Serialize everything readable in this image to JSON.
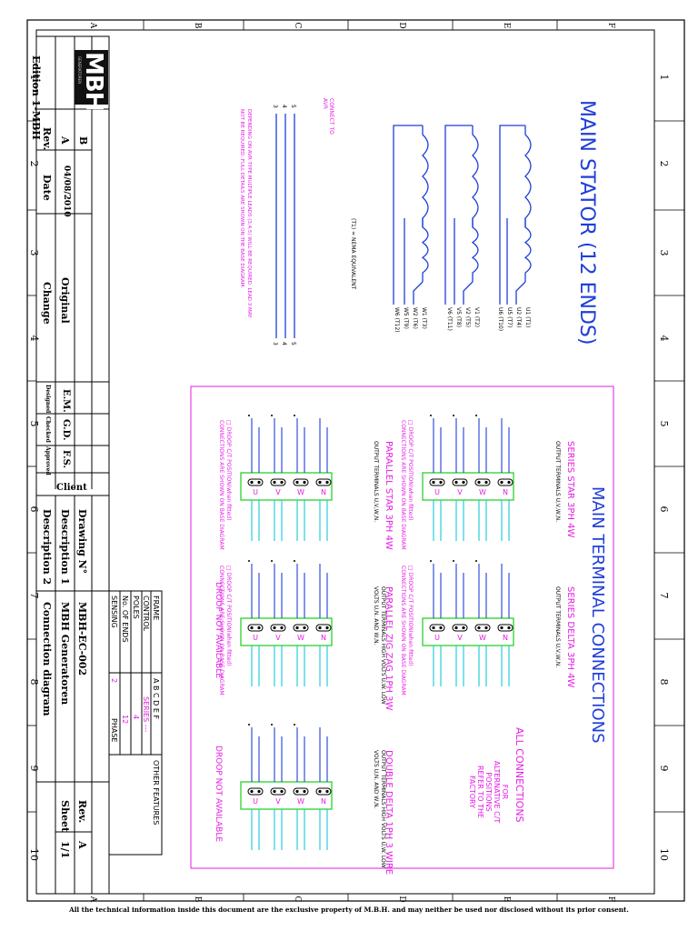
{
  "sheet": {
    "col_letters": [
      "A",
      "B",
      "C",
      "D",
      "E",
      "F"
    ],
    "row_numbers": [
      "1",
      "2",
      "3",
      "4",
      "5",
      "6",
      "7",
      "8",
      "9",
      "10"
    ],
    "disclaimer": "All the technical information inside this document are the exclusive property of M.B.H. and may neither be used nor disclosed without its prior consent."
  },
  "title_block": {
    "logo_text": "MBH",
    "logo_subtext": "GENERATOREN",
    "edition": "Edition 1-MBH",
    "revisions": [
      {
        "rev": "B",
        "date": "",
        "change": ""
      },
      {
        "rev": "A",
        "date": "04/08/2010",
        "change": "Original"
      }
    ],
    "rev_header": "Rev.",
    "date_header": "Date",
    "change_header": "Change",
    "designed_by": "E.M.",
    "checked_by": "G.D.",
    "approved_by": "F.S.",
    "designed_label": "Designed",
    "checked_label": "Checked",
    "approved_label": "Approved",
    "client_label": "Client",
    "drawing_label": "Drawing N°",
    "drawing_number": "MBH-EC-002",
    "desc1_label": "Description 1",
    "desc1_value": "MBH Generatoren",
    "desc2_label": "Description 2",
    "desc2_value": "Connection diagram",
    "rev_label": "Rev.",
    "rev_value": "A",
    "sheet_label": "Sheet",
    "sheet_value": "1/1",
    "specs": {
      "frame_label": "FRAME",
      "frame_value": "A B C D E F",
      "control_label": "CONTROL",
      "control_value": "SERIES ---",
      "poles_label": "POLES",
      "poles_value": "4",
      "ends_label": "No. OF ENDS",
      "ends_value": "12",
      "sensing_label": "SENSING",
      "sensing_value": "2",
      "sensing_unit": "PHASE",
      "other_features": "OTHER FEATURES"
    }
  },
  "stator": {
    "title": "MAIN STATOR (12 ENDS)",
    "terminals": [
      "U1 (T1)",
      "U2 (T4)",
      "U5 (T7)",
      "U6 (T10)",
      "V1 (T2)",
      "V2 (T5)",
      "V5 (T8)",
      "V6 (T11)",
      "W1 (T3)",
      "W2 (T6)",
      "W5 (T9)",
      "W6 (T12)"
    ],
    "nema_note": "(T1) = NEMA EQUIVALENT",
    "avr_title": "CONNECT TO AVR",
    "avr_leads": [
      "3",
      "4",
      "5"
    ],
    "avr_note": "DEPENDING ON AVR TYPE MULTIPLE LEADS (3,4,5) WILL BE REQUIRED. LEAD 3 MAY NOT BE REQUIRED. FULL DETAILS ARE SHOWN ON THE BASE DIAGRAM."
  },
  "terminals": {
    "title": "MAIN TERMINAL CONNECTIONS",
    "all_connections": "ALL CONNECTIONS",
    "alt_note": "FOR ALTERNATIVE C/T POSITIONS REFER TO THE FACTORY",
    "droop_note": "DROOP C/T POSITION(when fitted) CONNECTIONS ARE SHOWN ON BASE DIAGRAM",
    "droop_na": "DROOP NOT AVAILABLE",
    "configs": [
      {
        "name": "SERIES STAR 3PH 4W",
        "output": "OUTPUT TERMINALS U,V,W,N."
      },
      {
        "name": "SERIES DELTA 3PH 4W",
        "output": "OUTPUT TERMINALS U,V,W,N."
      },
      {
        "name": "PARALLEL STAR 3PH 4W",
        "output": "OUTPUT TERMINALS U,V,W,N."
      },
      {
        "name": "PARALLEL ZIG ZAG 1PH 3W",
        "output": "OUTPUT TERMINALS HIGH VOLTS U,W. LOW VOLTS U,N. AND W,N."
      },
      {
        "name": "DOUBLE DELTA 1PH 3 WIRE",
        "output": "OUTPUT TERMINALS HIGH VOLTS U,W. LOW VOLTS U,N. AND W,N."
      }
    ],
    "bus_letters": [
      "U",
      "V",
      "W",
      "N"
    ]
  },
  "colors": {
    "line": "#000000",
    "blue": "#1f3fd8",
    "magenta": "#e41be4",
    "green": "#2bd12b",
    "cyan": "#12c9d9",
    "logo_bg": "#111111",
    "logo_red": "#c8202a"
  }
}
